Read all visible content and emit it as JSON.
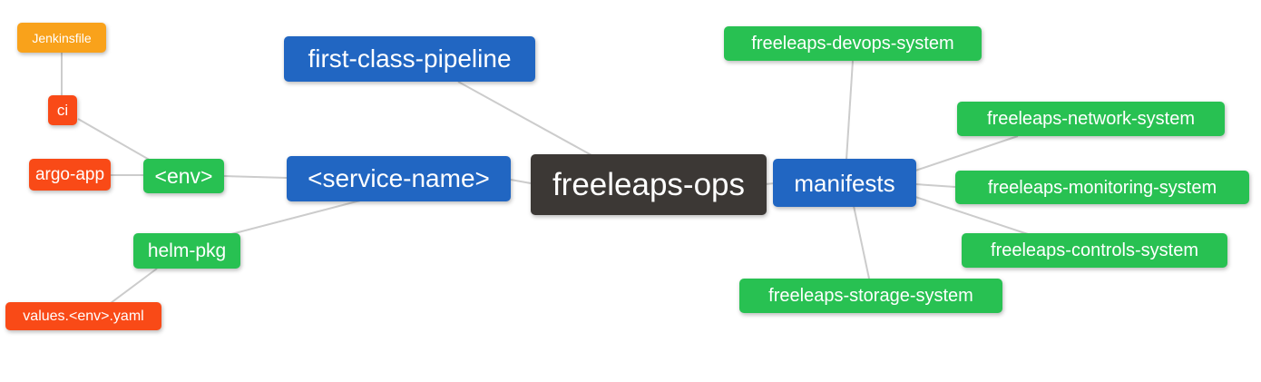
{
  "colors": {
    "background": "#ffffff",
    "edge": "#cccccc",
    "text": "#ffffff",
    "root": "#3c3835",
    "blue": "#2166c2",
    "green": "#28c152",
    "red": "#f94a17",
    "orange": "#f9a21b"
  },
  "nodes": {
    "freeleaps_ops": {
      "label": "freeleaps-ops",
      "role": "root"
    },
    "first_class_pipeline": {
      "label": "first-class-pipeline",
      "role": "branch"
    },
    "service_name": {
      "label": "<service-name>",
      "role": "branch"
    },
    "manifests": {
      "label": "manifests",
      "role": "branch"
    },
    "env": {
      "label": "<env>",
      "role": "sub"
    },
    "helm_pkg": {
      "label": "helm-pkg",
      "role": "sub"
    },
    "ci": {
      "label": "ci",
      "role": "leaf"
    },
    "argo_app": {
      "label": "argo-app",
      "role": "leaf"
    },
    "jenkinsfile": {
      "label": "Jenkinsfile",
      "role": "leaf"
    },
    "values_env_yaml": {
      "label": "values.<env>.yaml",
      "role": "leaf"
    },
    "devops_system": {
      "label": "freeleaps-devops-system",
      "role": "sub"
    },
    "network_system": {
      "label": "freeleaps-network-system",
      "role": "sub"
    },
    "monitoring_system": {
      "label": "freeleaps-monitoring-system",
      "role": "sub"
    },
    "controls_system": {
      "label": "freeleaps-controls-system",
      "role": "sub"
    },
    "storage_system": {
      "label": "freeleaps-storage-system",
      "role": "sub"
    }
  },
  "edges": [
    {
      "from": "jenkinsfile",
      "to": "ci"
    },
    {
      "from": "ci",
      "to": "env"
    },
    {
      "from": "argo_app",
      "to": "env"
    },
    {
      "from": "env",
      "to": "service_name"
    },
    {
      "from": "service_name",
      "to": "freeleaps_ops"
    },
    {
      "from": "first_class_pipeline",
      "to": "freeleaps_ops"
    },
    {
      "from": "service_name",
      "to": "helm_pkg"
    },
    {
      "from": "helm_pkg",
      "to": "values_env_yaml"
    },
    {
      "from": "freeleaps_ops",
      "to": "manifests"
    },
    {
      "from": "manifests",
      "to": "devops_system"
    },
    {
      "from": "manifests",
      "to": "network_system"
    },
    {
      "from": "manifests",
      "to": "monitoring_system"
    },
    {
      "from": "manifests",
      "to": "controls_system"
    },
    {
      "from": "manifests",
      "to": "storage_system"
    }
  ]
}
